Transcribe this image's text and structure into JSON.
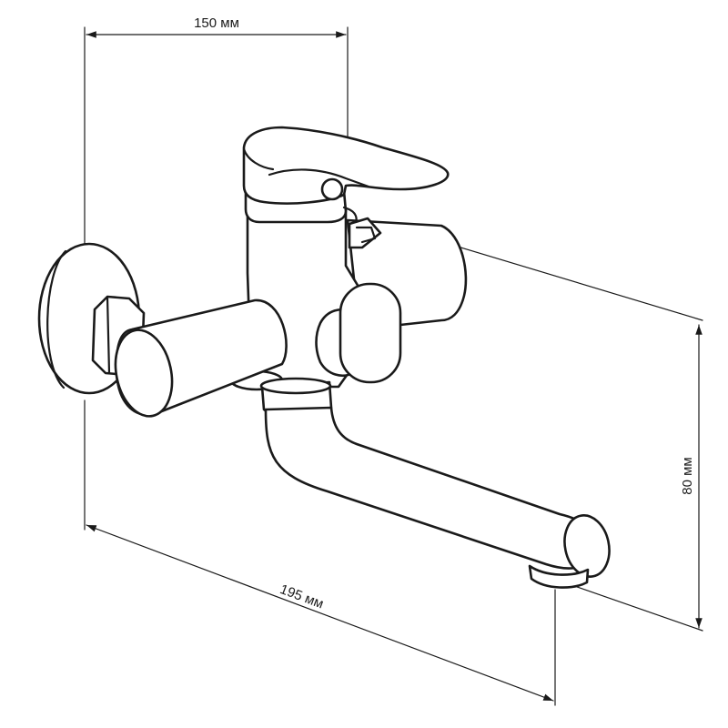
{
  "drawing": {
    "subject": "wall-mounted single-lever faucet",
    "line_color": "#1a1a1a",
    "background": "#ffffff"
  },
  "dimensions": {
    "center_distance": {
      "label": "150 мм"
    },
    "projection": {
      "label": "195 мм"
    },
    "height": {
      "label": "80 мм"
    }
  }
}
